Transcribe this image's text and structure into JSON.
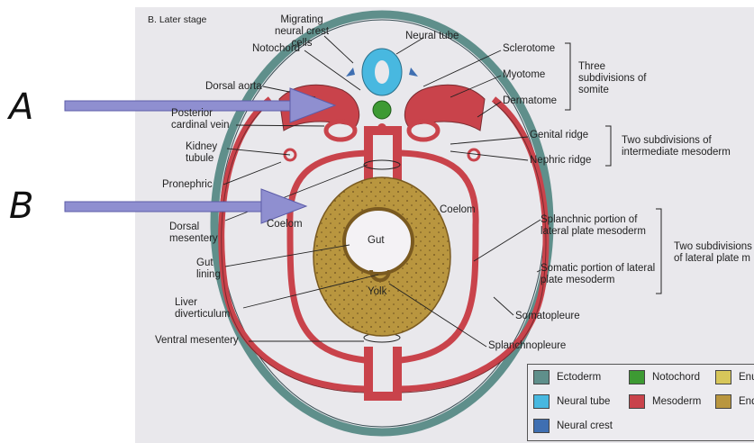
{
  "arrow_labels": {
    "a": "A",
    "b": "B"
  },
  "diagram": {
    "stage_title": "B. Later stage",
    "labels": {
      "migrating_neural_crest": "Migrating neural crest cells",
      "neural_tube": "Neural tube",
      "notochord": "Notochord",
      "sclerotome": "Sclerotome",
      "myotome": "Myotome",
      "dermatome": "Dermatome",
      "somite_group": "Three subdivisions of somite",
      "dorsal_aorta": "Dorsal aorta",
      "posterior_cardinal_vein": "Posterior cardinal vein",
      "kidney_tubule": "Kidney tubule",
      "genital_ridge": "Genital ridge",
      "nephric_ridge": "Nephric ridge",
      "intermediate_group": "Two subdivisions of intermediate mesoderm",
      "pronephric": "Pronephric",
      "dorsal_mesentery": "Dorsal mesentery",
      "coelom_left": "Coelom",
      "coelom_right": "Coelom",
      "gut": "Gut",
      "gut_lining": "Gut lining",
      "yolk": "Yolk",
      "liver_diverticulum": "Liver diverticulum",
      "splanchnic": "Splanchnic portion of lateral plate mesoderm",
      "somatic": "Somatic portion of lateral plate mesoderm",
      "lateral_group": "Two subdivisions of lateral plate m",
      "somatopleure": "Somatopleure",
      "ventral_mesentery": "Ventral mesentery",
      "splanchnopleure": "Splanchnopleure"
    }
  },
  "legend": {
    "items": [
      {
        "label": "Ectoderm",
        "color": "#5f8f8b"
      },
      {
        "label": "Notochord",
        "color": "#3d9a33"
      },
      {
        "label": "Enu",
        "color": "#d7c65a"
      },
      {
        "label": "Neural tube",
        "color": "#48b8e0"
      },
      {
        "label": "Mesoderm",
        "color": "#c9434b"
      },
      {
        "label": "End",
        "color": "#b9963f"
      },
      {
        "label": "Neural crest",
        "color": "#3f6fb2"
      }
    ]
  }
}
